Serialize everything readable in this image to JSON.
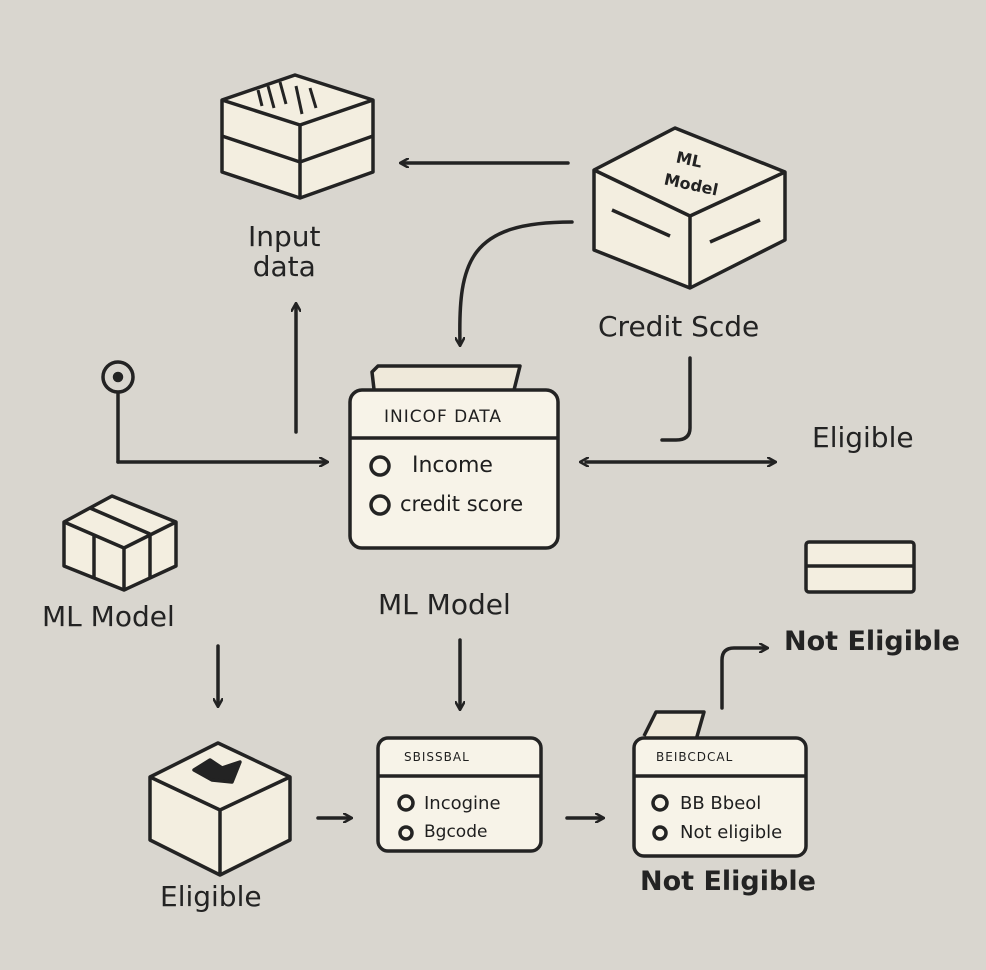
{
  "labels": {
    "input_data_line1": "Input",
    "input_data_line2": "data",
    "ml_model_box_line1": "ML",
    "ml_model_box_line2": "Model",
    "credit_score": "Credit Scde",
    "eligible_right": "Eligible",
    "ml_model_left": "ML Model",
    "ml_model_center": "ML Model",
    "not_eligible_right": "Not Eligible",
    "eligible_bottom": "Eligible",
    "not_eligible_bottom": "Not Eligible"
  },
  "main_card": {
    "title": "INICOF DATA",
    "items": [
      "Income",
      "credit score"
    ]
  },
  "bottom_mid_card": {
    "title": "SBISSBAL",
    "items": [
      "Incogine",
      "Bgcode"
    ]
  },
  "bottom_right_card": {
    "title": "BEIBCDCAL",
    "items": [
      "BB Bbeol",
      "Not eligible"
    ]
  },
  "colors": {
    "background": "#d9d6cf",
    "box_fill": "#f3eee0",
    "stroke": "#232323"
  }
}
